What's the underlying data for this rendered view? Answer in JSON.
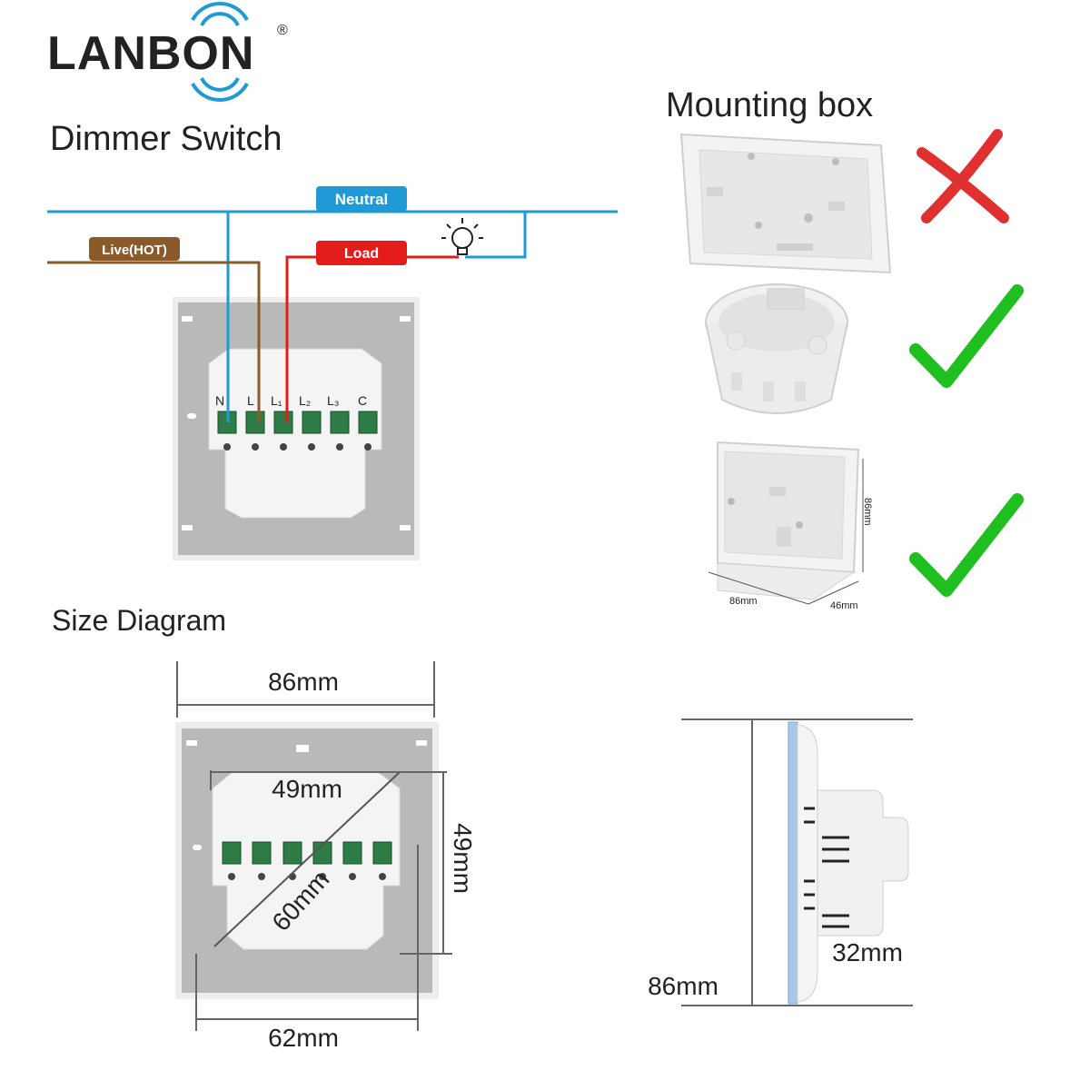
{
  "brand": {
    "name": "LANBON",
    "registered": "®"
  },
  "headings": {
    "dimmer_switch": "Dimmer Switch",
    "mounting_box": "Mounting box",
    "size_diagram": "Size Diagram"
  },
  "wiring": {
    "neutral": "Neutral",
    "live": "Live(HOT)",
    "load": "Load",
    "terminals": [
      "N",
      "L",
      "L₁",
      "L₂",
      "L₃",
      "C"
    ]
  },
  "mounting_boxes": {
    "box_width": "86mm",
    "box_height": "86mm",
    "box_depth": "46mm",
    "verdicts": [
      "no",
      "yes",
      "yes"
    ]
  },
  "size": {
    "panel_width": "86mm",
    "module_width": "49mm",
    "module_height": "49mm",
    "module_diagonal": "60mm",
    "screw_spacing": "62mm",
    "side_height": "86mm",
    "side_depth": "32mm"
  },
  "colors": {
    "neutral": "#1f9ad6",
    "live": "#8a5a2b",
    "load": "#e21b1b",
    "check": "#1fbf1f",
    "cross": "#e03030"
  }
}
